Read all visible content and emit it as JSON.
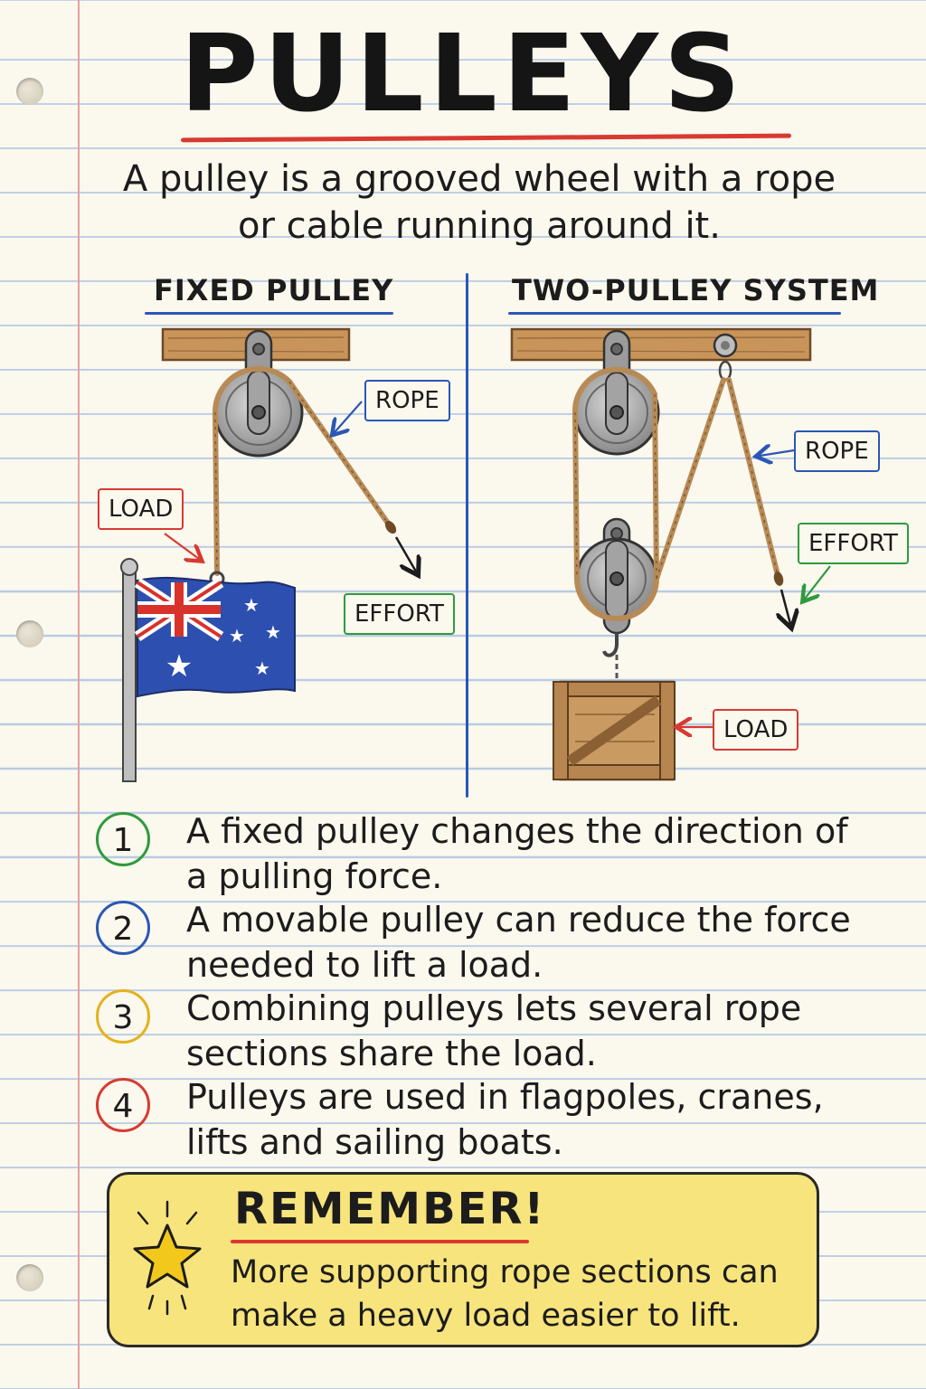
{
  "title": "PULLEYS",
  "intro": "A pulley is a grooved wheel with a rope or cable running around it.",
  "fixed": {
    "heading": "FIXED PULLEY",
    "rope_label": "ROPE",
    "load_label": "LOAD",
    "effort_label": "EFFORT"
  },
  "system": {
    "heading": "TWO-PULLEY SYSTEM",
    "rope_label": "ROPE",
    "effort_label": "EFFORT",
    "load_label": "LOAD"
  },
  "facts": [
    {
      "number": "1",
      "text": "A fixed pulley changes the direction of a pulling force.",
      "color": "#2f9a3d"
    },
    {
      "number": "2",
      "text": "A movable pulley can reduce the force needed to lift a load.",
      "color": "#2b57b5"
    },
    {
      "number": "3",
      "text": "Combining pulleys lets several rope sections share the load.",
      "color": "#e3b21c"
    },
    {
      "number": "4",
      "text": "Pulleys are used in flagpoles, cranes, lifts and sailing boats.",
      "color": "#d83a32"
    }
  ],
  "remember": {
    "title": "REMEMBER!",
    "text": "More supporting rope sections can make a heavy load easier to lift."
  },
  "colors": {
    "paper": "#fbf8ee",
    "rule_line": "#b9cbe4",
    "margin_line": "#e7a0a0",
    "accent_red": "#d83a32",
    "accent_blue": "#2b57b5",
    "accent_green": "#2f9a3d",
    "remember_box": "#f7e47c",
    "wood": "#c8945a",
    "rope": "#b88a55",
    "flag_blue": "#2d4fb0"
  }
}
